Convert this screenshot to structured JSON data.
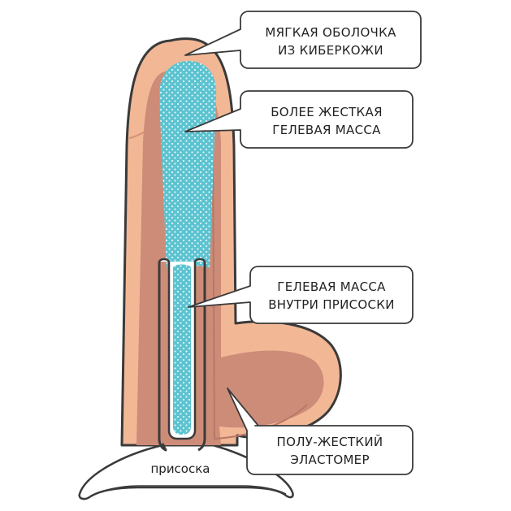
{
  "colors": {
    "outline": "#3a3a3a",
    "soft_skin": "#f2b896",
    "firm_core": "#cd8c78",
    "firm_core_inner": "#b87866",
    "gel": "#5cc3d0",
    "gel_dot": "#dff5f8",
    "box_fill": "#ffffff",
    "text": "#222222"
  },
  "labels": {
    "skin": {
      "line1": "МЯГКАЯ ОБОЛОЧКА",
      "line2": "ИЗ КИБЕРКОЖИ"
    },
    "firm_gel": {
      "line1": "БОЛЕЕ ЖЕСТКАЯ",
      "line2": "ГЕЛЕВАЯ МАССА"
    },
    "suction_gel": {
      "line1": "ГЕЛЕВАЯ МАССА",
      "line2": "ВНУТРИ ПРИСОСКИ"
    },
    "elastomer": {
      "line1": "ПОЛУ-ЖЕСТКИЙ",
      "line2": "ЭЛАСТОМЕР"
    },
    "suction_cup": "присоска"
  }
}
